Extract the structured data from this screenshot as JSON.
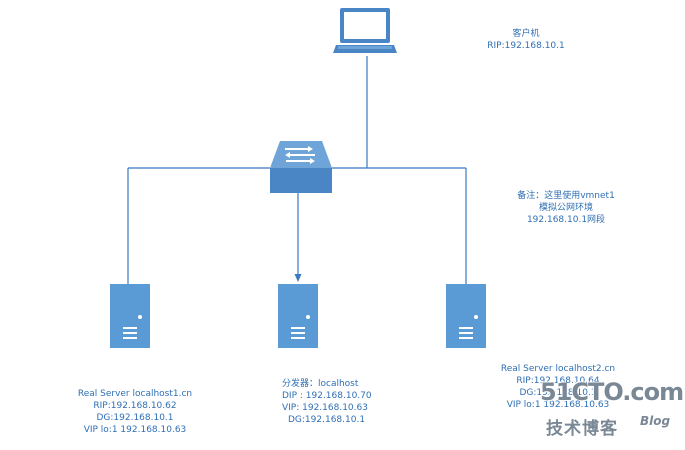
{
  "client": {
    "title": "客户机",
    "rip": "RIP:192.168.10.1"
  },
  "note": {
    "line1": "备注：这里使用vmnet1",
    "line2": "模拟公网环境",
    "line3": "192.168.10.1网段"
  },
  "server_left": {
    "name": "Real Server localhost1.cn",
    "rip": "RIP:192.168.10.62",
    "dg": "DG:192.168.10.1",
    "vip": "VIP lo:1 192.168.10.63"
  },
  "director": {
    "name": "分发器：localhost",
    "dip": "DIP : 192.168.10.70",
    "vip": "VIP: 192.168.10.63",
    "dg": "DG:192.168.10.1"
  },
  "server_right": {
    "name": "Real Server localhost2.cn",
    "rip": "RIP:192.168.10.64",
    "dg": "DG:192.168.10.1",
    "vip": "VIP lo:1 192.168.10.63"
  },
  "watermark": {
    "main": "51CTO.com",
    "sub": "技术博客",
    "blog": "Blog"
  },
  "colors": {
    "device_blue": "#5b9bd5",
    "device_dark": "#2e6fb5",
    "line": "#3a78c2",
    "text": "#2e6fb5"
  },
  "icons": [
    "laptop-icon",
    "switch-icon",
    "server-icon"
  ]
}
